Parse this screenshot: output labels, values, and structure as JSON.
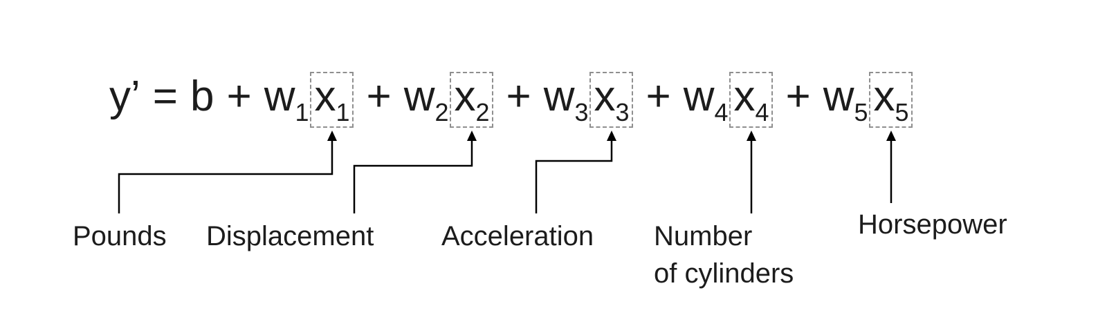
{
  "figure": {
    "background": "#ffffff",
    "text_color": "#1c1c1c",
    "box_border_color": "#8f8f8f",
    "arrow_color": "#000000"
  },
  "equation": {
    "lhs": "y’",
    "equals_sign": "=",
    "bias": "b",
    "plus_sign": "+",
    "terms": [
      {
        "weight_base": "w",
        "weight_sub": "1",
        "feature_base": "x",
        "feature_sub": "1"
      },
      {
        "weight_base": "w",
        "weight_sub": "2",
        "feature_base": "x",
        "feature_sub": "2"
      },
      {
        "weight_base": "w",
        "weight_sub": "3",
        "feature_base": "x",
        "feature_sub": "3"
      },
      {
        "weight_base": "w",
        "weight_sub": "4",
        "feature_base": "x",
        "feature_sub": "4"
      },
      {
        "weight_base": "w",
        "weight_sub": "5",
        "feature_base": "x",
        "feature_sub": "5"
      }
    ]
  },
  "labels": [
    {
      "text": "Pounds"
    },
    {
      "text": "Displacement"
    },
    {
      "text": "Acceleration"
    },
    {
      "text": "Number",
      "text2": "of cylinders"
    },
    {
      "text": "Horsepower"
    }
  ]
}
